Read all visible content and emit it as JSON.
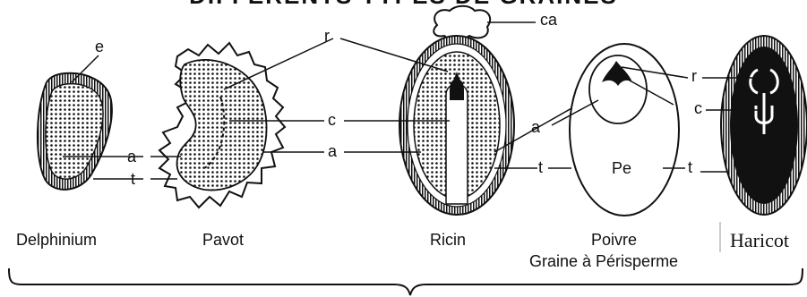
{
  "header": {
    "title": "DIFFÉRENTS TYPES DE GRAINES"
  },
  "labels": {
    "e": "e",
    "r": "r",
    "ca": "ca",
    "c": "c",
    "a": "a",
    "t": "t",
    "pe": "Pe"
  },
  "seeds": [
    {
      "name": "Delphinium"
    },
    {
      "name": "Pavot"
    },
    {
      "name": "Ricin"
    },
    {
      "name": "Poivre",
      "subtitle": "Graine à Périsperme"
    },
    {
      "name": "Haricot"
    }
  ],
  "colors": {
    "ink": "#111111",
    "background": "#ffffff"
  }
}
